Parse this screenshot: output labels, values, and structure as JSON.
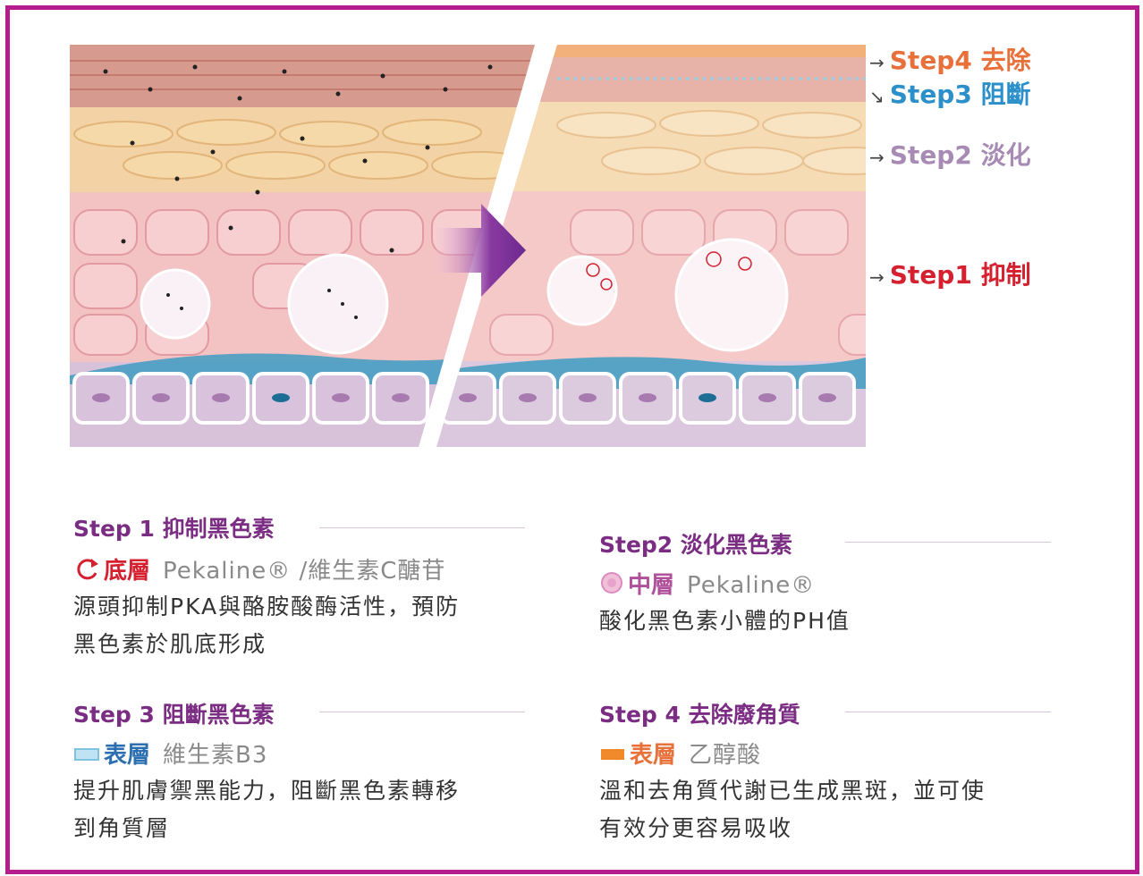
{
  "diagram": {
    "labels": [
      {
        "text": "Step4 去除",
        "color": "#e8703a"
      },
      {
        "text": "Step3 阻斷",
        "color": "#2b8fc9"
      },
      {
        "text": "Step2 淡化",
        "color": "#a88bb5"
      },
      {
        "text": "Step1 抑制",
        "color": "#d4202f"
      }
    ]
  },
  "sections": [
    {
      "title": "Step 1 抑制黑色素",
      "layer": "底層",
      "layer_color": "#d4202f",
      "icon": "circular-arrow-icon",
      "ingredient": "Pekaline® /維生素C醣苷",
      "desc": [
        "源頭抑制PKA與酪胺酸酶活性，預防",
        "黑色素於肌底形成"
      ]
    },
    {
      "title": "Step2 淡化黑色素",
      "layer": "中層",
      "layer_color": "#b04f9a",
      "icon": "pink-dot-icon",
      "ingredient": "Pekaline®",
      "desc": [
        "酸化黑色素小體的PH值"
      ]
    },
    {
      "title": "Step 3 阻斷黑色素",
      "layer": "表層",
      "layer_color": "#2b6fb0",
      "icon": "blue-bar-icon",
      "ingredient": "維生素B3",
      "desc": [
        "提升肌膚禦黑能力，阻斷黑色素轉移",
        "到角質層"
      ]
    },
    {
      "title": "Step 4 去除廢角質",
      "layer": "表層",
      "layer_color": "#e8703a",
      "icon": "orange-bar-icon",
      "ingredient": "乙醇酸",
      "desc": [
        "溫和去角質代謝已生成黑斑，並可使",
        "有效分更容易吸收"
      ]
    }
  ]
}
